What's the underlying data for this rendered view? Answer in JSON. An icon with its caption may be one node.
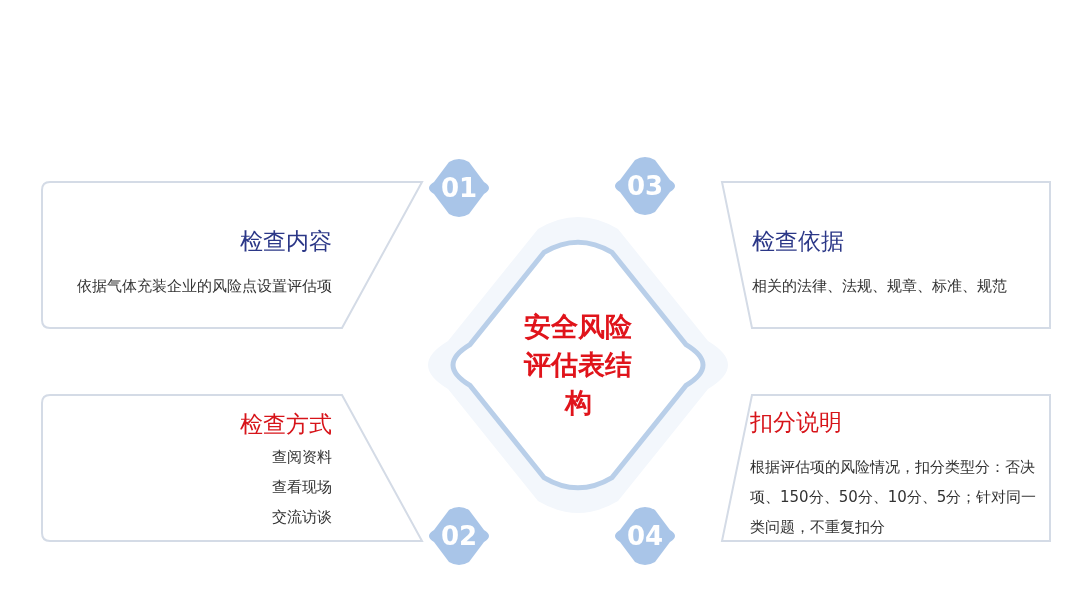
{
  "diagram": {
    "nodes": [
      {
        "text": [
          "检查内容",
          "依据气体充装企业的风险点设置评估项"
        ]
      },
      {
        "text": [
          "01"
        ]
      },
      {
        "text": [
          "检查依据",
          "相关的法律、法规、规章、标准、规范"
        ]
      },
      {
        "text": [
          "03"
        ]
      },
      {
        "text": [
          "安全风险评估表结构"
        ]
      },
      {
        "text": [
          "检查方式",
          "查阅资料",
          "查看现场",
          "交流访谈"
        ]
      },
      {
        "text": [
          "02"
        ]
      },
      {
        "text": [
          "扣分说明",
          "根据评估项的风险情况，扣分类型分：否决项、150分、50分、10分、5分；针对同一类问题，不重复扣分"
        ]
      },
      {
        "text": [
          "04"
        ]
      }
    ],
    "edges": []
  }
}
